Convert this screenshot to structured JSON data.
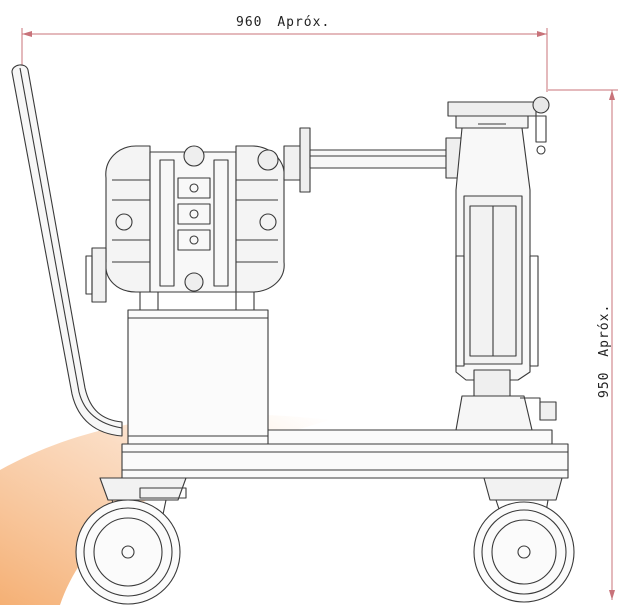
{
  "drawing": {
    "width_dimension": {
      "value": "960",
      "unit_note": "Apróx."
    },
    "height_dimension": {
      "value": "950",
      "unit_note": "Apróx."
    }
  },
  "colors": {
    "line": "#3a3a3a",
    "dimension_line": "#c8737a",
    "accent_swoosh": "#f3a25c",
    "accent_swoosh_light": "#fbd9b8"
  }
}
